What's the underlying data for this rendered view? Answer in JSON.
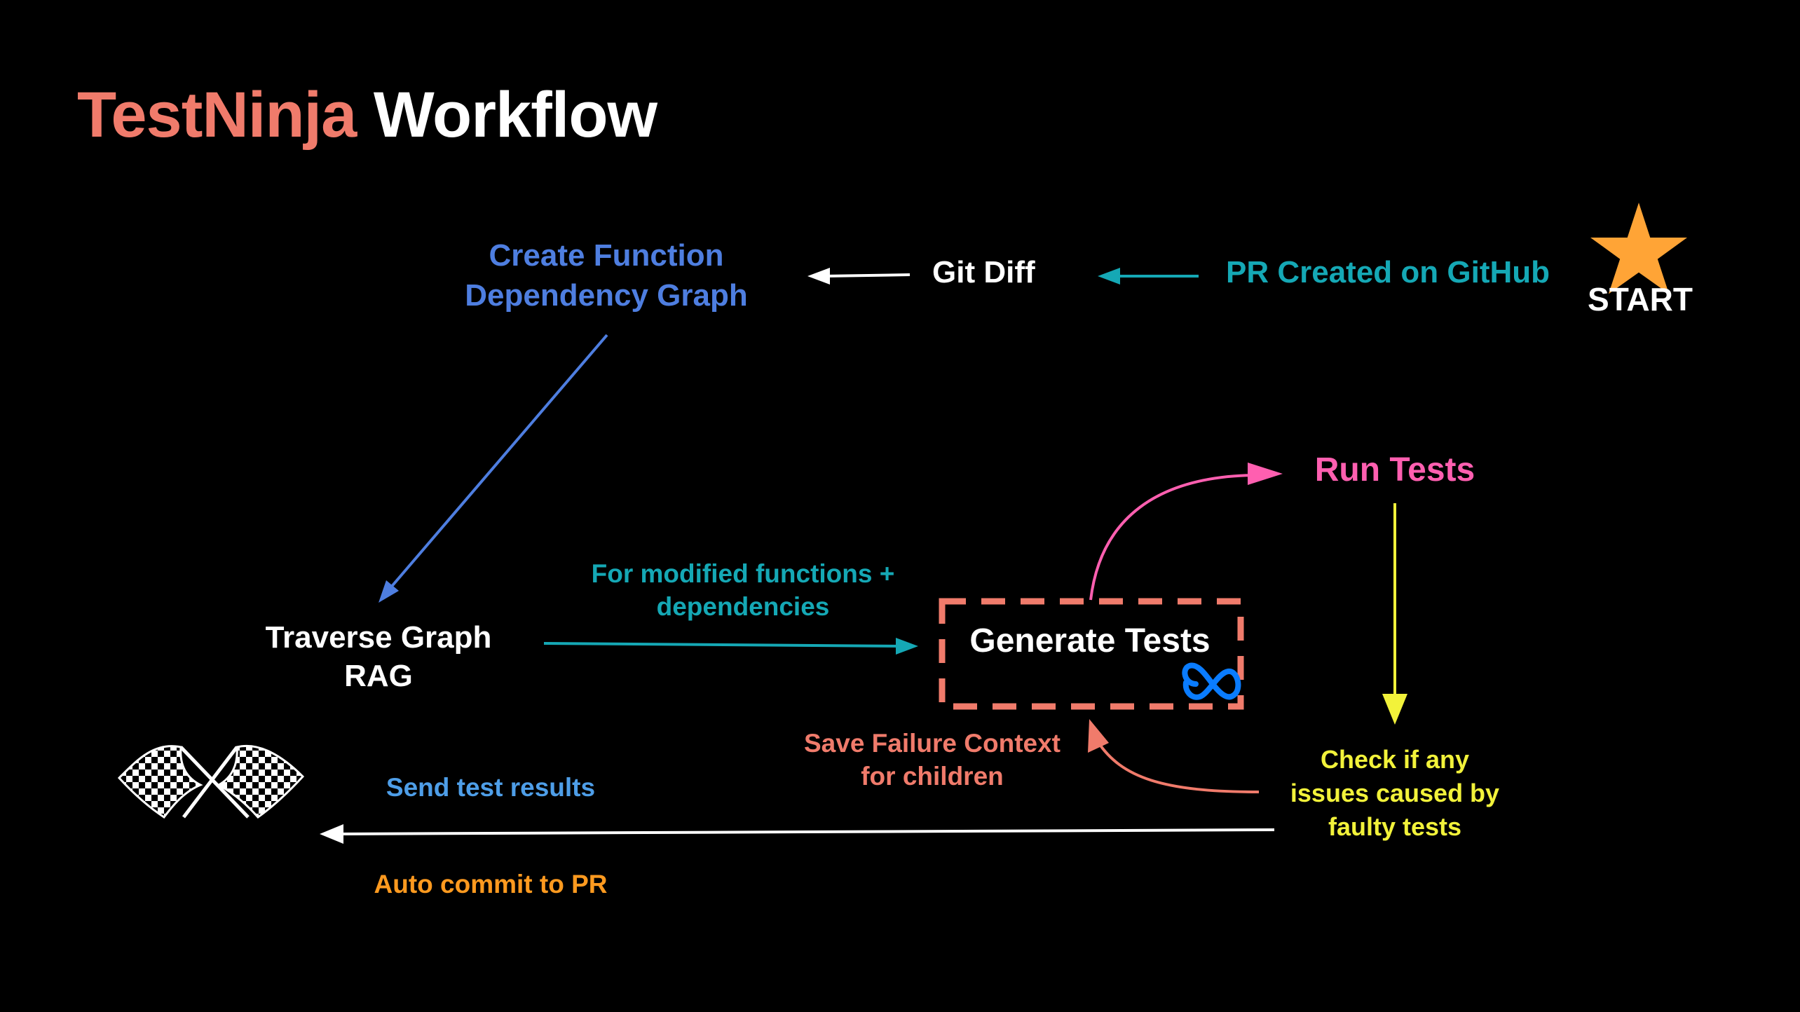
{
  "title": {
    "brand": "TestNinja",
    "rest": " Workflow"
  },
  "nodes": {
    "create_graph": "Create Function\nDependency Graph",
    "git_diff": "Git Diff",
    "pr_created": "PR Created on GitHub",
    "start": "START",
    "run_tests": "Run Tests",
    "traverse": "Traverse Graph\nRAG",
    "generate": "Generate Tests",
    "check": "Check if any\nissues caused by\nfaulty tests"
  },
  "edge_labels": {
    "modified": "For modified functions +\ndependencies",
    "save_failure": "Save Failure Context\nfor children",
    "send_results": "Send test results",
    "auto_commit": "Auto commit to PR"
  },
  "icons": {
    "start": "star-icon",
    "finish": "checkered-flags-icon",
    "generate_badge": "meta-logo-icon"
  },
  "colors": {
    "brand": "#f07b6b",
    "blue": "#4e7ee0",
    "teal": "#15a8b5",
    "pink": "#ff5fb0",
    "yellow": "#f2f23a",
    "salmon": "#f07b6b",
    "orange": "#ff9a1f",
    "star": "#ffa436",
    "white": "#ffffff",
    "meta_blue": "#0a7cff"
  }
}
